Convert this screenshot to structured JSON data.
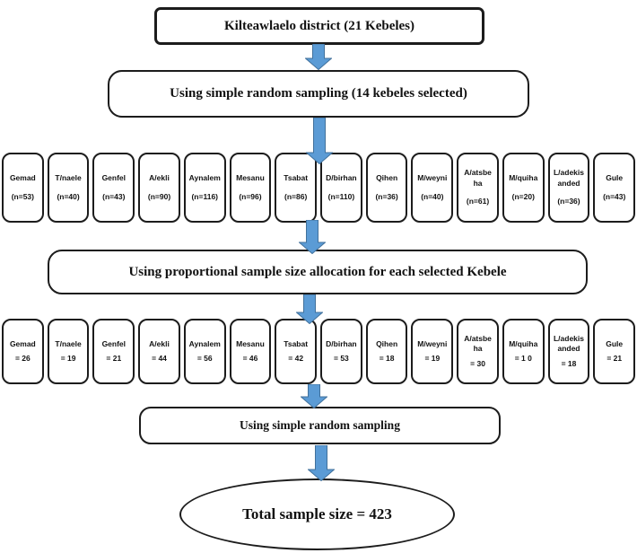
{
  "flow": {
    "district_box": "Kilteawlaelo district (21 Kebeles)",
    "srs_box_1": "Using simple random sampling (14 kebeles selected)",
    "proportional_box": "Using proportional sample size allocation for each selected Kebele",
    "srs_box_2": "Using simple random sampling",
    "total_ellipse": "Total sample size = 423"
  },
  "kebeles_sampled": [
    {
      "name": "Gemad",
      "n": "(n=53)"
    },
    {
      "name": "T/naele",
      "n": "(n=40)"
    },
    {
      "name": "Genfel",
      "n": "(n=43)"
    },
    {
      "name": "A/ekli",
      "n": "(n=90)"
    },
    {
      "name": "Aynalem",
      "n": "(n=116)"
    },
    {
      "name": "Mesanu",
      "n": "(n=96)"
    },
    {
      "name": "Tsabat",
      "n": "(n=86)"
    },
    {
      "name": "D/birhan",
      "n": "(n=110)"
    },
    {
      "name": "Qihen",
      "n": "(n=36)"
    },
    {
      "name": "M/weyni",
      "n": "(n=40)"
    },
    {
      "name": "A/atsbe ha",
      "n": "(n=61)"
    },
    {
      "name": "M/quiha",
      "n": "(n=20)"
    },
    {
      "name": "L/adekis anded",
      "n": "(n=36)"
    },
    {
      "name": "Gule",
      "n": "(n=43)"
    }
  ],
  "kebeles_allocated": [
    {
      "name": "Gemad",
      "value": "= 26"
    },
    {
      "name": "T/naele",
      "value": "= 19"
    },
    {
      "name": "Genfel",
      "value": "= 21"
    },
    {
      "name": "A/ekli",
      "value": "= 44"
    },
    {
      "name": "Aynalem",
      "value": "= 56"
    },
    {
      "name": "Mesanu",
      "value": "= 46"
    },
    {
      "name": "Tsabat",
      "value": "= 42"
    },
    {
      "name": "D/birhan",
      "value": "= 53"
    },
    {
      "name": "Qihen",
      "value": "= 18"
    },
    {
      "name": "M/weyni",
      "value": "= 19"
    },
    {
      "name": "A/atsbe ha",
      "value": "= 30"
    },
    {
      "name": "M/quiha",
      "value": "= 1 0"
    },
    {
      "name": "L/adekis anded",
      "value": "= 18"
    },
    {
      "name": "Gule",
      "value": "= 21"
    }
  ],
  "colors": {
    "arrow_fill": "#5b9bd5",
    "arrow_stroke": "#41719c",
    "box_border": "#1c1c1c",
    "box_fill": "#ffffff"
  },
  "icons": {
    "down_arrow": "block-down-arrow"
  }
}
